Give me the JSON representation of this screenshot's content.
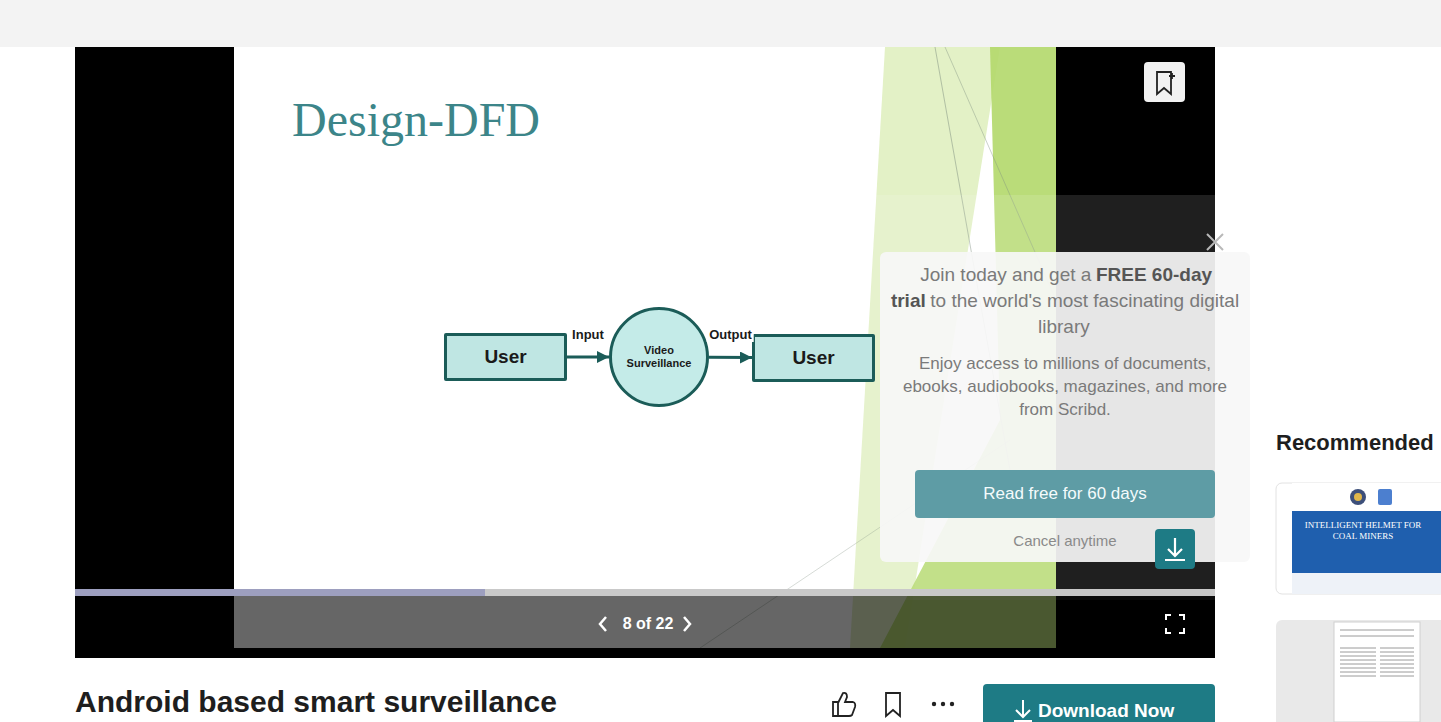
{
  "diagram": {
    "title": "Design-DFD",
    "nodes": [
      {
        "text": [
          "User"
        ]
      },
      {
        "text": [
          "Video Surveillance"
        ]
      },
      {
        "text": [
          "User"
        ]
      }
    ],
    "edges": [
      {
        "from": 0,
        "to": 1,
        "label": "Input",
        "arrow": "to"
      },
      {
        "from": 1,
        "to": 2,
        "label": "Output",
        "arrow": "to"
      }
    ],
    "labels": [
      "Join today and get a",
      "FREE 60-day trial",
      "to the world's most fascinating digital library",
      "Enjoy access to millions of documents, ebooks, audiobooks, magazines, and more from Scribd.",
      "Read free for 60 days",
      "Cancel anytime",
      "8 of 22",
      "Android based smart surveillance",
      "Download Now",
      "Recommended",
      "INTELLIGENT HELMET FOR COAL MINERS"
    ]
  }
}
